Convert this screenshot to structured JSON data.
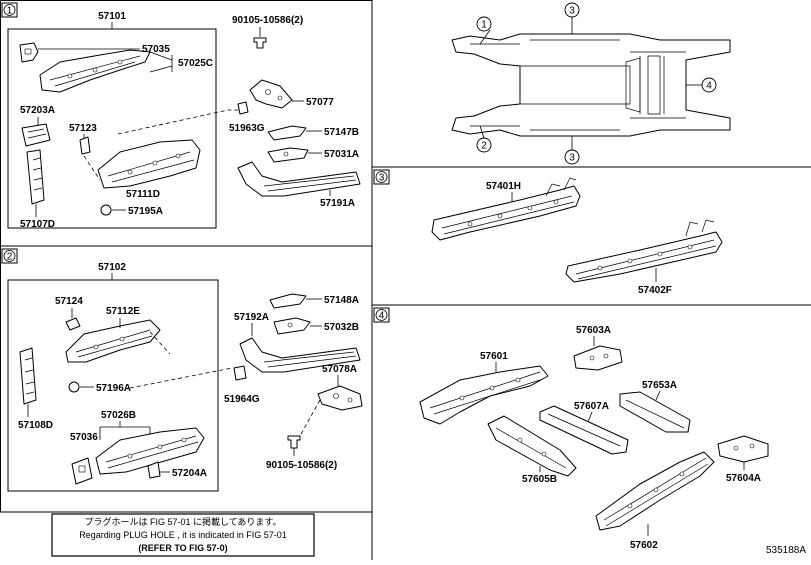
{
  "sections": {
    "s1": {
      "number": "1",
      "assembly": "57101",
      "parts": {
        "p57035": "57035",
        "p57025C": "57025C",
        "p57203A": "57203A",
        "p57123": "57123",
        "p57111D": "57111D",
        "p57195A": "57195A",
        "p57107D": "57107D",
        "p90105": "90105-10586(2)",
        "p57077": "57077",
        "p51963G": "51963G",
        "p57147B": "57147B",
        "p57031A": "57031A",
        "p57191A": "57191A"
      }
    },
    "s2": {
      "number": "2",
      "assembly": "57102",
      "parts": {
        "p57124": "57124",
        "p57112E": "57112E",
        "p57196A": "57196A",
        "p57108D": "57108D",
        "p57026B": "57026B",
        "p57036": "57036",
        "p57204A": "57204A",
        "p57148A": "57148A",
        "p57192A": "57192A",
        "p57032B": "57032B",
        "p51964G": "51964G",
        "p57078A": "57078A",
        "p90105": "90105-10586(2)"
      }
    },
    "s3": {
      "number": "3",
      "parts": {
        "p57401H": "57401H",
        "p57402F": "57402F"
      }
    },
    "s4": {
      "number": "4",
      "parts": {
        "p57603A": "57603A",
        "p57601": "57601",
        "p57653A": "57653A",
        "p57607A": "57607A",
        "p57605B": "57605B",
        "p57604A": "57604A",
        "p57602": "57602"
      }
    },
    "overview": {
      "c1": "1",
      "c2": "2",
      "c3a": "3",
      "c3b": "3",
      "c4": "4"
    }
  },
  "note": {
    "line1": "プラグホールは FIG 57-01 に掲載してあります。",
    "line2": "Regarding PLUG HOLE , it is indicated in FIG 57-01",
    "line3": "(REFER TO FIG 57-0)"
  },
  "figure_id": "535188A"
}
